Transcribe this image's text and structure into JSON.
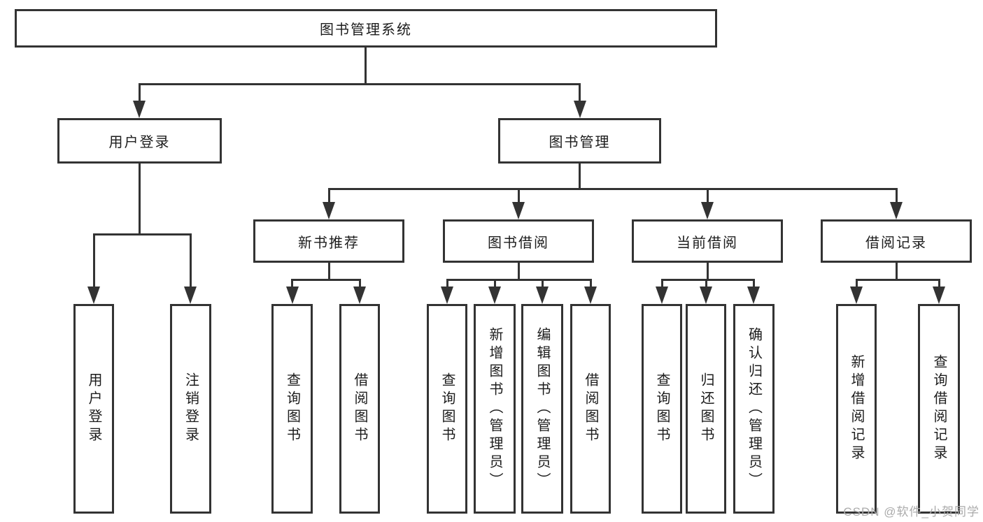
{
  "diagram": {
    "root": {
      "label": "图书管理系统"
    },
    "branches": {
      "user_login": {
        "label": "用户登录",
        "children": [
          {
            "label": "用户登录"
          },
          {
            "label": "注销登录"
          }
        ]
      },
      "book_management": {
        "label": "图书管理",
        "children": {
          "new_book_recommend": {
            "label": "新书推荐",
            "children": [
              {
                "label": "查询图书"
              },
              {
                "label": "借阅图书"
              }
            ]
          },
          "book_borrow": {
            "label": "图书借阅",
            "children": [
              {
                "label": "查询图书"
              },
              {
                "label": "新增图书（管理员）"
              },
              {
                "label": "编辑图书（管理员）"
              },
              {
                "label": "借阅图书"
              }
            ]
          },
          "current_borrow": {
            "label": "当前借阅",
            "children": [
              {
                "label": "查询图书"
              },
              {
                "label": "归还图书"
              },
              {
                "label": "确认归还（管理员）"
              }
            ]
          },
          "borrow_record": {
            "label": "借阅记录",
            "children": [
              {
                "label": "新增借阅记录"
              },
              {
                "label": "查询借阅记录"
              }
            ]
          }
        }
      }
    },
    "watermark": "CSDN @软件_小贺同学"
  },
  "colors": {
    "background": "#ffffff",
    "line": "#333333",
    "text": "#1c1c1c",
    "watermark": "#ababab"
  }
}
